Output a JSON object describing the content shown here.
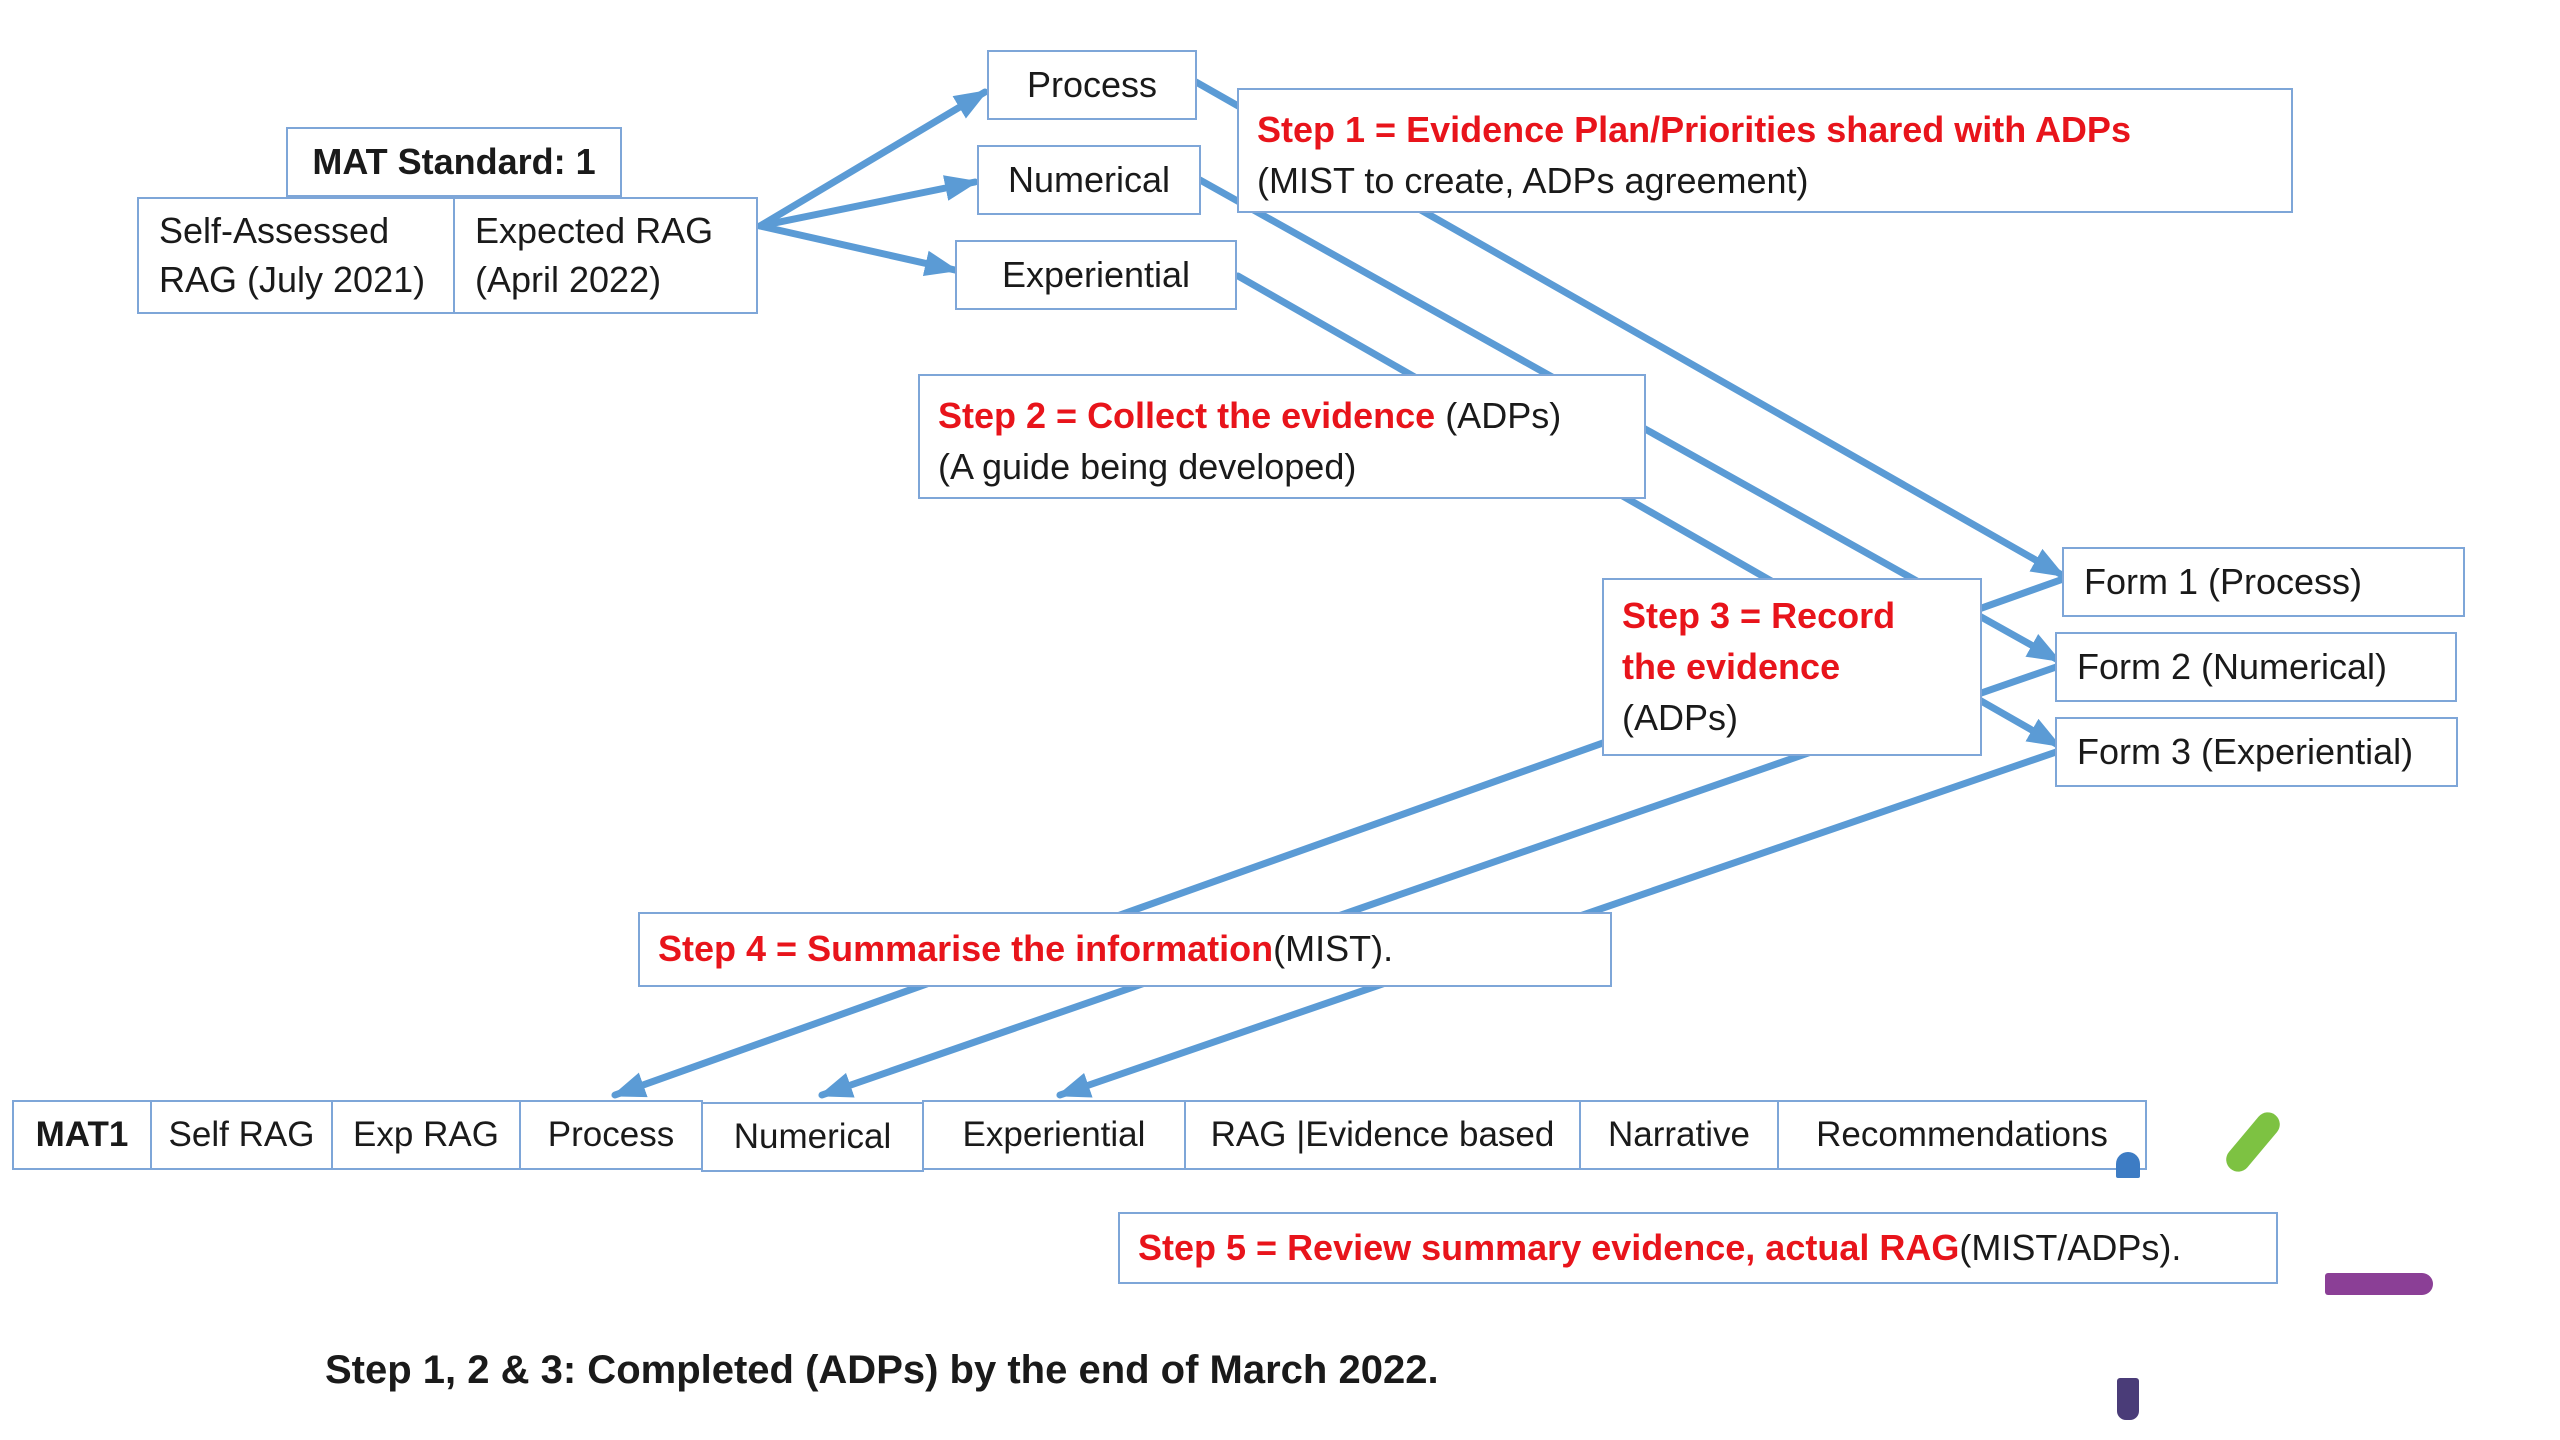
{
  "mat_box": {
    "title": "MAT Standard: 1",
    "self_assessed": [
      "Self-Assessed",
      "RAG (July 2021)"
    ],
    "expected": [
      "Expected RAG",
      "(April 2022)"
    ]
  },
  "evidence_types": [
    "Process",
    "Numerical",
    "Experiential"
  ],
  "step1": {
    "title": "Step 1 = Evidence Plan/Priorities shared with ADPs",
    "detail": "(MIST to create, ADPs agreement)"
  },
  "step2": {
    "title": "Step 2 = Collect the evidence",
    "suffix": " (ADPs)",
    "detail": "(A guide being developed)"
  },
  "step3": {
    "title_line1": "Step 3 = Record",
    "title_line2": "the evidence",
    "detail": "(ADPs)"
  },
  "forms": [
    "Form 1 (Process)",
    "Form 2 (Numerical)",
    "Form 3 (Experiential)"
  ],
  "step4": {
    "title": "Step 4 = Summarise the information",
    "suffix": " (MIST)."
  },
  "table_headers": [
    "MAT1",
    "Self RAG",
    "Exp RAG",
    "Process",
    "Numerical",
    "Experiential",
    "RAG |Evidence based",
    "Narrative",
    "Recommendations"
  ],
  "step5": {
    "title": "Step 5 = Review summary evidence, actual RAG",
    "suffix": " (MIST/ADPs)."
  },
  "footer": "Step 1, 2 & 3: Completed (ADPs) by the end of March 2022.",
  "colors": {
    "arrow": "#5b9bd5",
    "border": "#7ea6d8",
    "step_red": "#e8141b",
    "deco_green": "#7dc242",
    "deco_purple": "#8b3f96",
    "deco_navy": "#4a3c78",
    "deco_blue": "#3d7cc4"
  }
}
